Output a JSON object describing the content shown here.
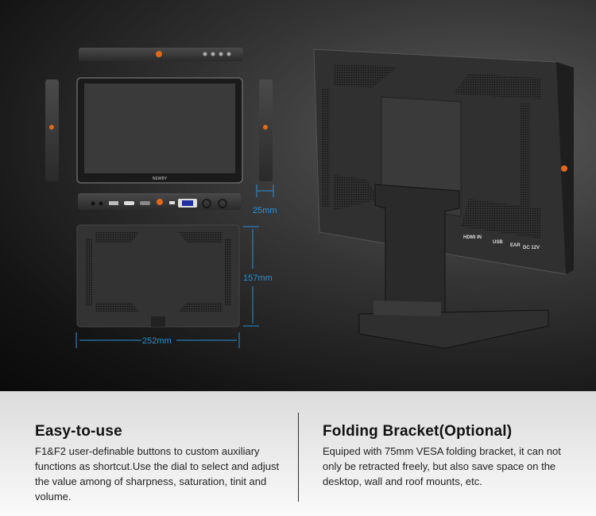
{
  "dimensions": {
    "depth": "25mm",
    "height": "157mm",
    "width": "252mm"
  },
  "ports": {
    "hdmi_in": "HDMI IN",
    "usb": "USB",
    "ear": "EAR",
    "dc": "DC 12V"
  },
  "brand_logo": "NEWBY",
  "features": [
    {
      "title": "Easy-to-use",
      "text": "F1&F2 user-definable buttons to custom auxiliary functions as shortcut.Use the dial to select and adjust the value among of sharpness, saturation, tinit and volume."
    },
    {
      "title": "Folding Bracket(Optional)",
      "text": "Equiped with 75mm VESA folding bracket, it can not only be retracted freely, but also save space on the desktop, wall and roof mounts, etc."
    }
  ],
  "colors": {
    "dimension": "#2a8fd6",
    "accent_knob": "#e06a1c"
  }
}
